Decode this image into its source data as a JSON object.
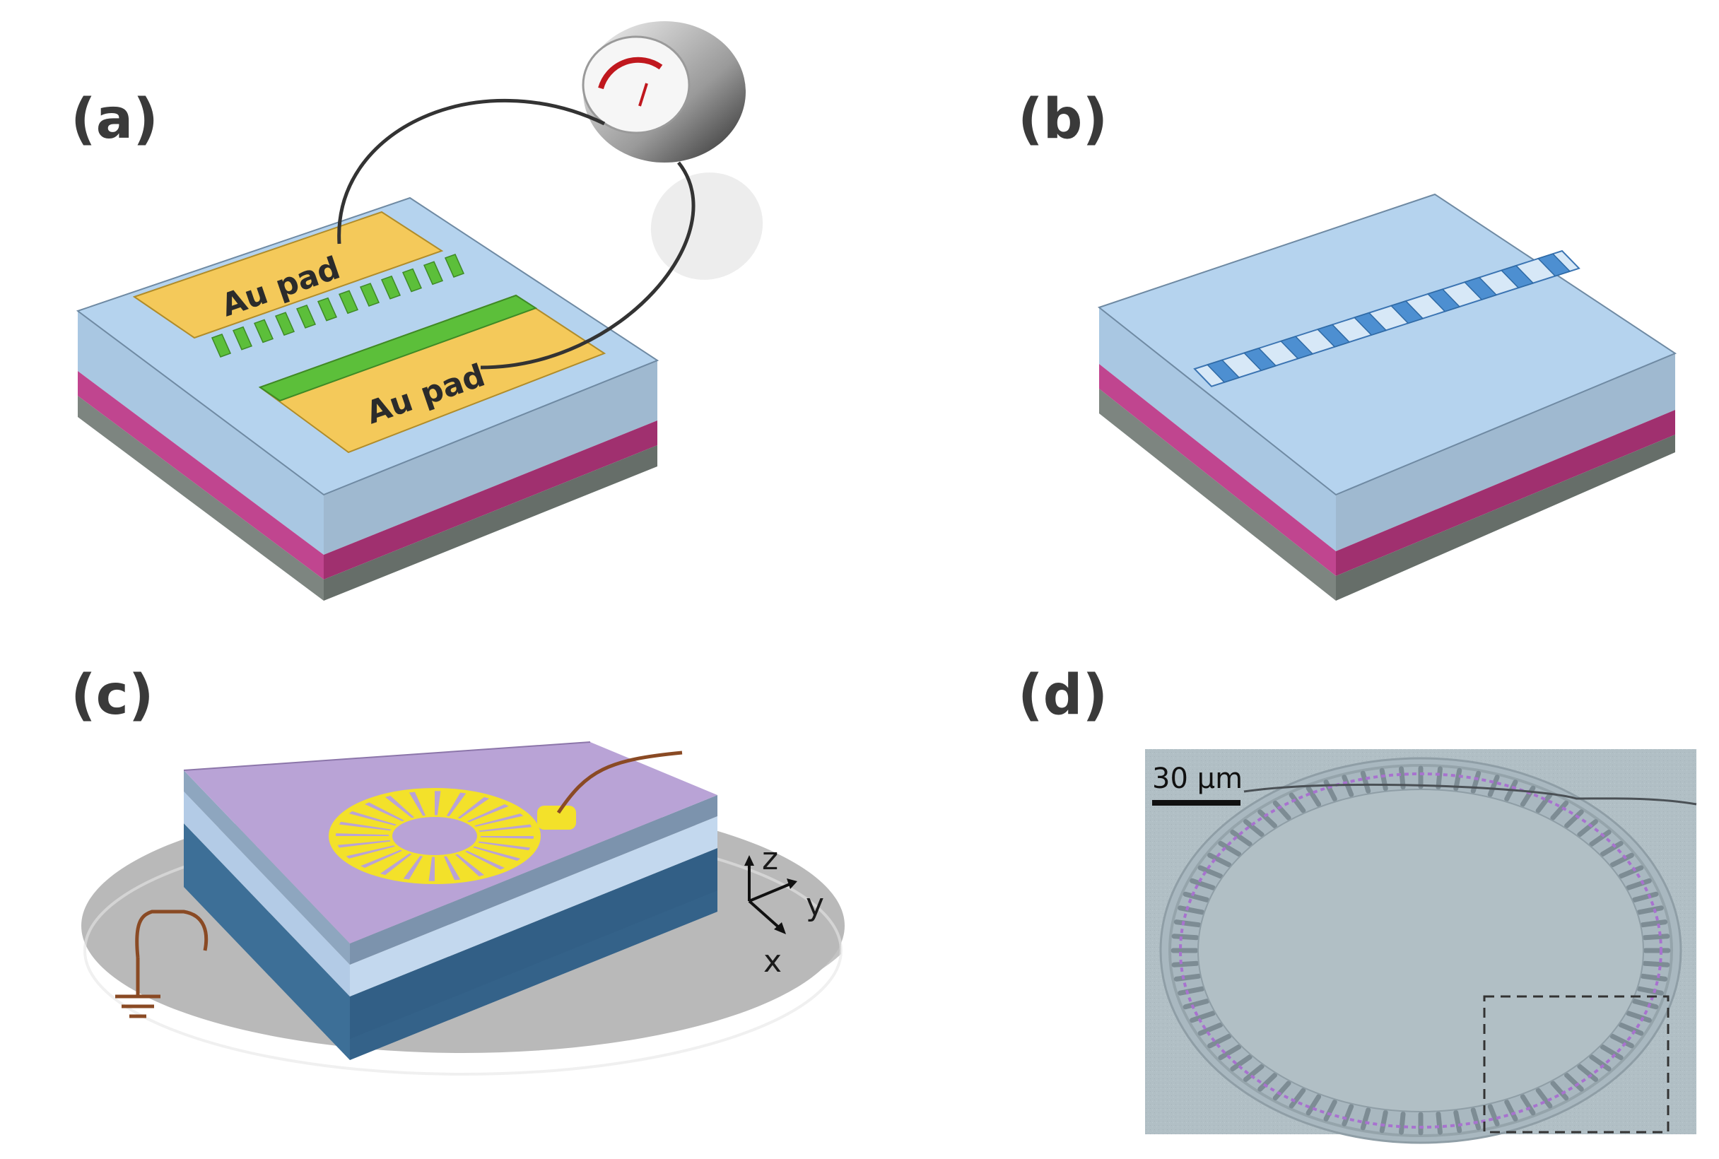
{
  "panels": {
    "a": {
      "label": "(a)",
      "pad_top": "Au pad",
      "pad_bottom": "Au pad"
    },
    "b": {
      "label": "(b)"
    },
    "c": {
      "label": "(c)",
      "axis_z": "z",
      "axis_y": "y",
      "axis_x": "x"
    },
    "d": {
      "label": "(d)",
      "scale_bar": "30 μm"
    }
  },
  "colors": {
    "top_layer": "#b5d3ee",
    "middle_layer": "#c0458f",
    "bottom_layer": "#7d8580",
    "gold_pad": "#f4c95a",
    "green_strip": "#5cbf3a",
    "lilac_layer": "#b9a3d6",
    "dark_blue_layer": "#3d6f97",
    "disk_gray": "#b9b9b9",
    "sem_background": "#b0bfc6",
    "ring_purple": "#a872cf"
  }
}
